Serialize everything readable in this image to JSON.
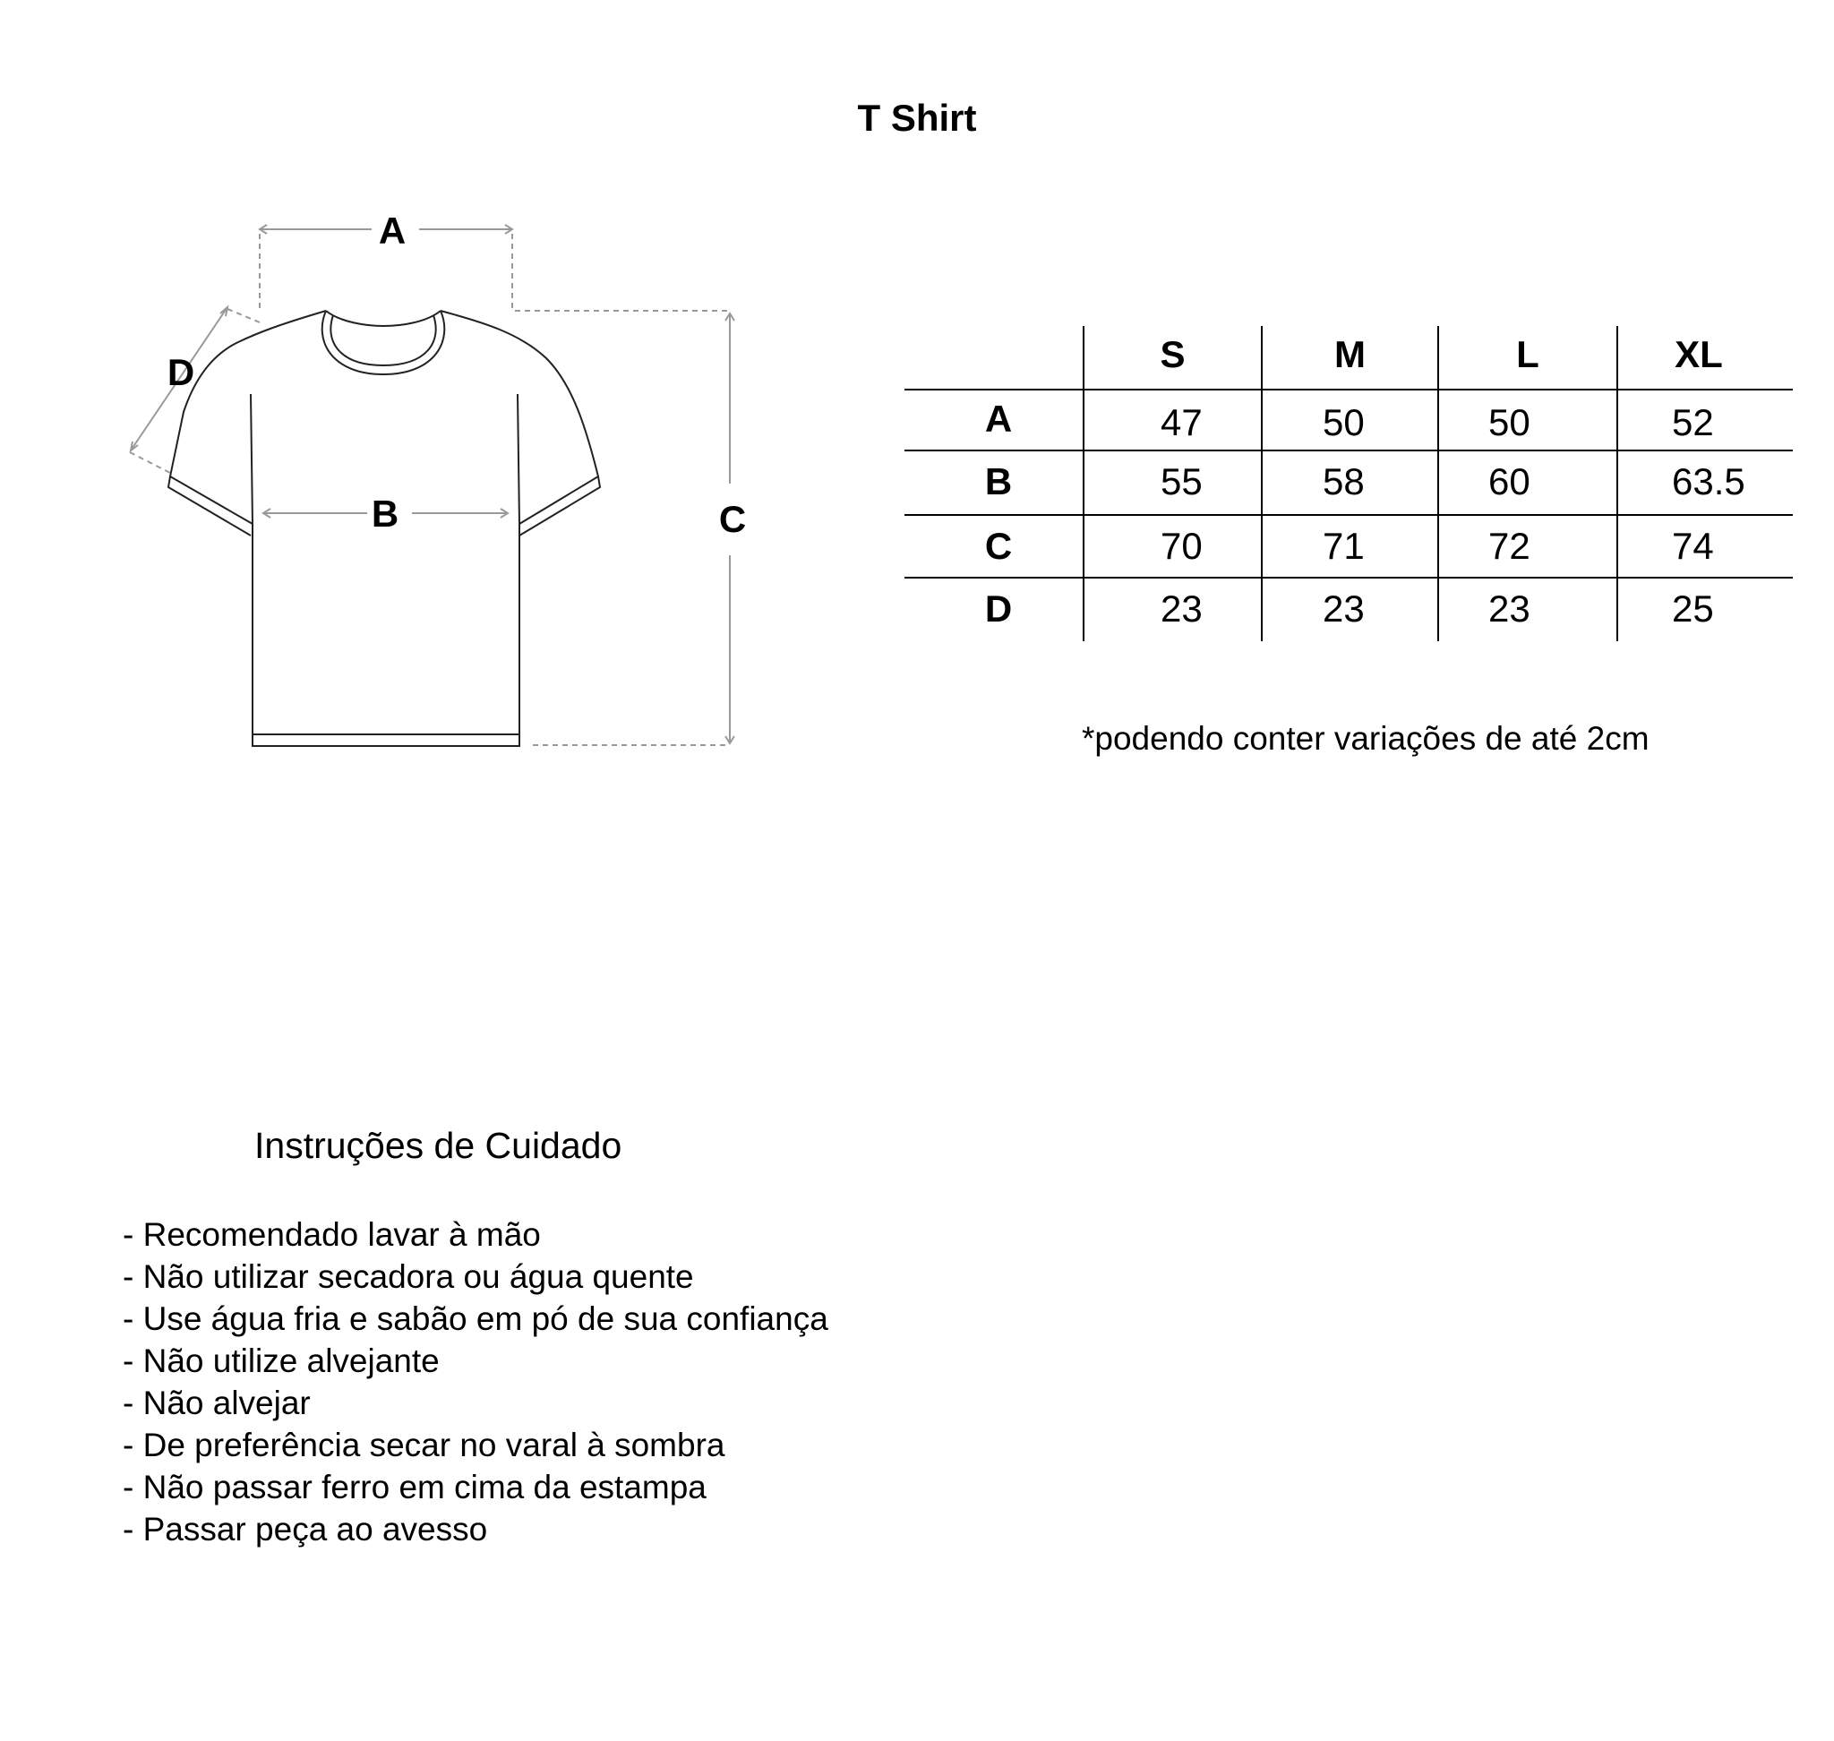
{
  "title": "T Shirt",
  "diagram": {
    "labels": {
      "a": "A",
      "b": "B",
      "c": "C",
      "d": "D"
    }
  },
  "size_table": {
    "sizes": [
      "S",
      "M",
      "L",
      "XL"
    ],
    "rows": [
      {
        "label": "A",
        "values": [
          "47",
          "50",
          "50",
          "52"
        ]
      },
      {
        "label": "B",
        "values": [
          "55",
          "58",
          "60",
          "63.5"
        ]
      },
      {
        "label": "C",
        "values": [
          "70",
          "71",
          "72",
          "74"
        ]
      },
      {
        "label": "D",
        "values": [
          "23",
          "23",
          "23",
          "25"
        ]
      }
    ]
  },
  "note": "*podendo conter variações de até 2cm",
  "care": {
    "title": "Instruções de Cuidado",
    "items": [
      "- Recomendado lavar à mão",
      "- Não utilizar secadora ou água quente",
      "- Use água fria e sabão em pó de sua confiança",
      "- Não utilize alvejante",
      "- Não alvejar",
      "- De preferência secar no varal à sombra",
      "- Não passar ferro em cima da estampa",
      "- Passar peça ao avesso"
    ]
  }
}
